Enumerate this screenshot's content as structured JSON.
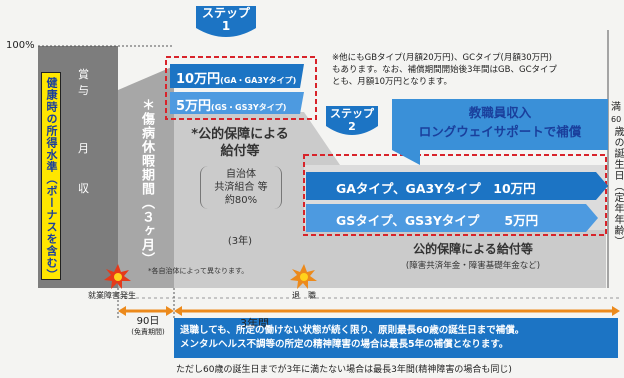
{
  "scale": {
    "label_100": "100%"
  },
  "step1": {
    "label": "ステップ",
    "num": "1"
  },
  "step2": {
    "label": "ステップ",
    "num": "2"
  },
  "note_top": {
    "line1": "※他にもGBタイプ(月額20万円)、GCタイプ(月額30万円)",
    "line2": "もあります。なお、補償期間開始後3年間はGB、GCタイプ",
    "line3": "とも、月額10万円となります。"
  },
  "left_box": {
    "text": "健康時の所得水準（ボーナスを含む）"
  },
  "bonus_col": {
    "c1": "賞",
    "c2": "与",
    "c3": "月",
    "c4": "収"
  },
  "leave_col": {
    "text": "＊傷病休暇期間（３ヶ月）"
  },
  "public_center": {
    "title1": "*公的保障による",
    "title2": "給付等",
    "sub1": "自治体",
    "sub2": "共済組合 等",
    "sub3": "約80%",
    "years": "(3年)",
    "note": "*各自治体によって異なります。"
  },
  "step1_bars": {
    "bar1_main": "10万円",
    "bar1_sub": "(GA・GA3Yタイプ)",
    "bar2_main": "5万円",
    "bar2_sub": "(GS・GS3Yタイプ)"
  },
  "step2_title": {
    "line1": "教職員収入",
    "line2": "ロングウェイサポートで補償"
  },
  "types": {
    "ga": "GAタイプ、GA3Yタイプ　10万円",
    "gs": "GSタイプ、GS3Yタイプ　　5万円"
  },
  "public_bottom": {
    "line1": "公的保障による給付等",
    "line2": "(障害共済年金・障害基礎年金など)"
  },
  "right_vertical": {
    "col1": "満",
    "col2": "60",
    "col3": "歳の誕生日（定年年齢）"
  },
  "timeline": {
    "onset": "就業障害発生",
    "retire": "退　職",
    "p1": "90日",
    "p1_sub": "(免責期間)",
    "p2": "3年間"
  },
  "bottom_note": {
    "line1": "退職しても、所定の働けない状態が続く限り、原則最長60歳の誕生日まで補償。",
    "line2": "メンタルヘルス不調等の所定の精神障害の場合は最長5年の補償となります。",
    "line3": "ただし60歳の誕生日までが3年に満たない場合は最長3年間(精神障害の場合も同じ)"
  },
  "colors": {
    "blue": "#1c74c4",
    "light_blue": "#3a90d8",
    "red": "#d8232a",
    "orange": "#ec8a1c",
    "yellow": "#ffe600",
    "dark_gray": "#7d7d7d",
    "mid_gray": "#a7a7a7",
    "light_gray": "#cbcbcb",
    "navy": "#1a3f9c"
  }
}
